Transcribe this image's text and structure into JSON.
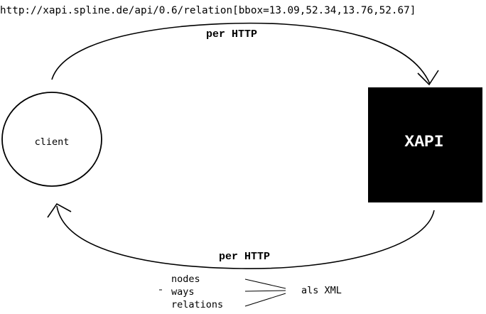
{
  "url": "http://xapi.spline.de/api/0.6/relation[bbox=13.09,52.34,13.76,52.67]",
  "request_label": "per HTTP",
  "response_label": "per HTTP",
  "client_label": "client",
  "server_label": "XAPI",
  "payload_items": [
    "nodes",
    "ways",
    "relations"
  ],
  "payload_format": "als XML",
  "colors": {
    "background": "#ffffff",
    "ink": "#000000",
    "server_fill": "#000000",
    "server_text": "#ffffff"
  }
}
